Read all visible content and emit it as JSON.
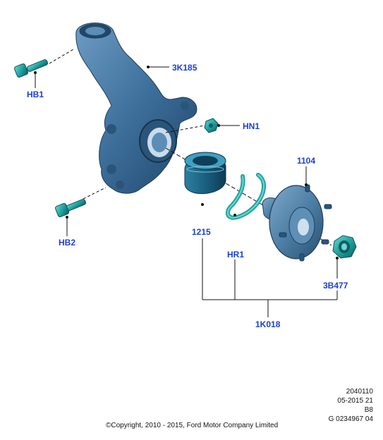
{
  "callouts": {
    "knuckle": "3K185",
    "bolt_upper": "HB1",
    "bolt_lower": "HB2",
    "nut_small": "HN1",
    "hub": "1104",
    "bearing": "1215",
    "retaining_ring": "HR1",
    "hub_nut": "3B477",
    "kit": "1K018"
  },
  "meta": {
    "line1": "2040110",
    "line2": "05-2015 21",
    "line3": "B8",
    "line4": "G 0234967 04"
  },
  "copyright": "©Copyright, 2010 - 2015, Ford Motor Company Limited",
  "colors": {
    "callout": "#1a3fd6",
    "knuckle": "#3d6f9b",
    "teal_part": "#1fa3a0",
    "hub": "#4e7fa6"
  }
}
